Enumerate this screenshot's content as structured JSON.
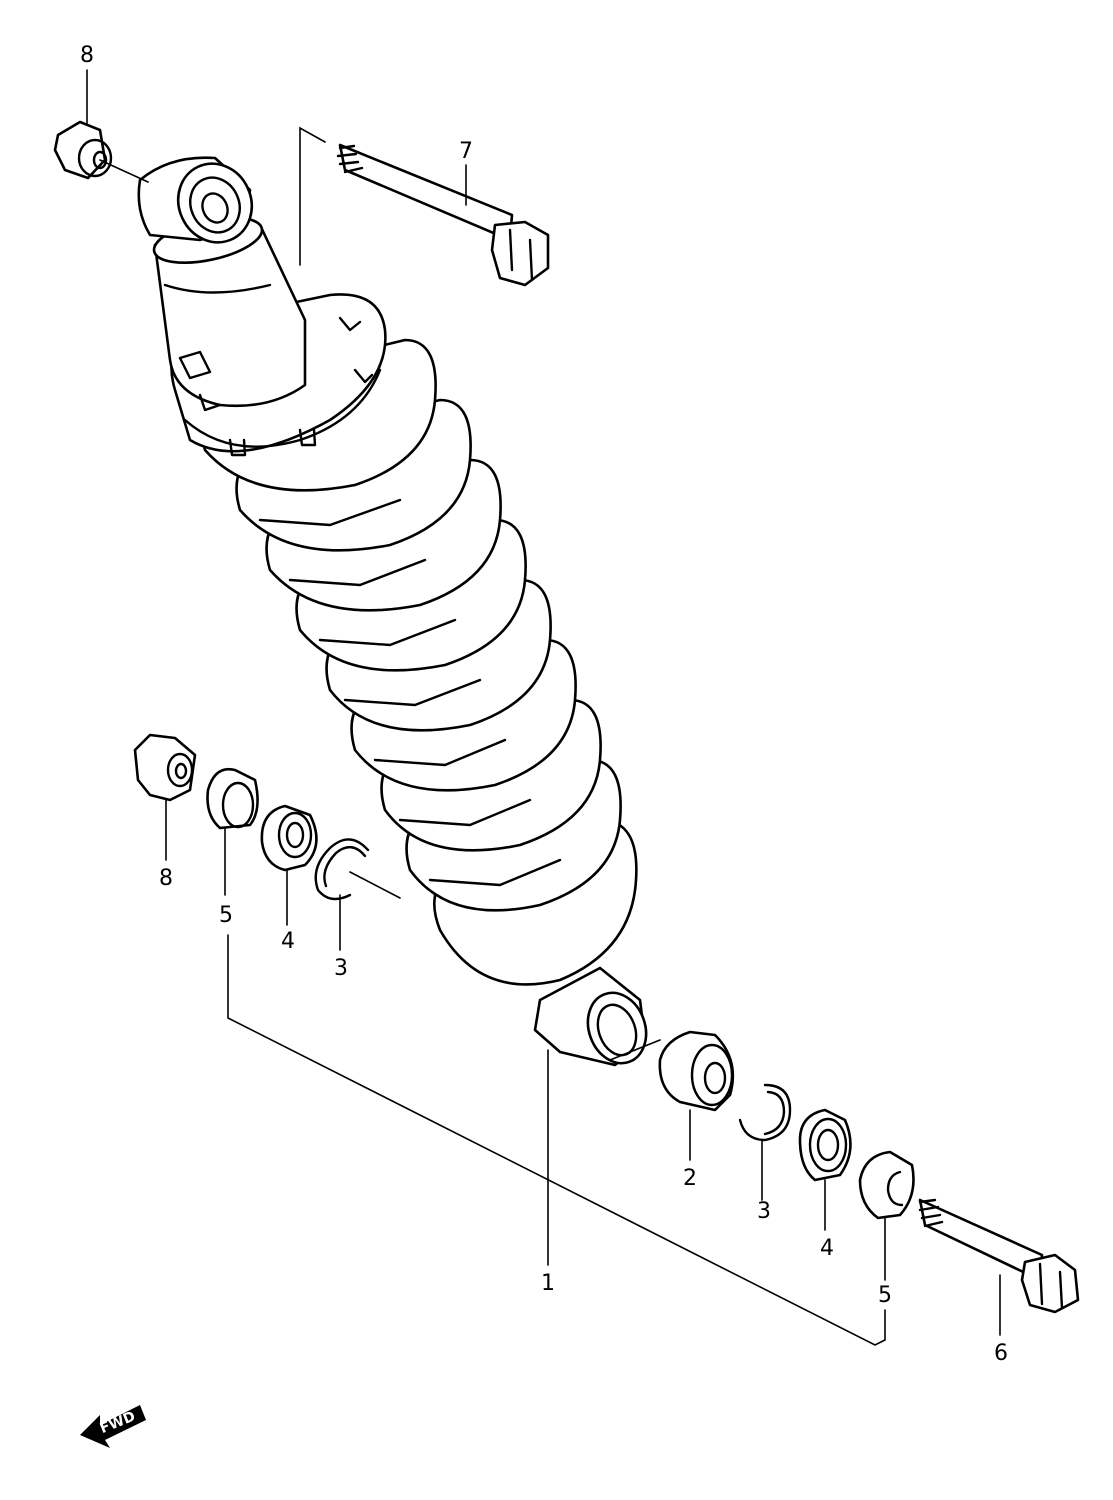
{
  "callouts": [
    {
      "id": "c1",
      "text": "1"
    },
    {
      "id": "c2",
      "text": "2"
    },
    {
      "id": "c3a",
      "text": "3"
    },
    {
      "id": "c3b",
      "text": "3"
    },
    {
      "id": "c4a",
      "text": "4"
    },
    {
      "id": "c4b",
      "text": "4"
    },
    {
      "id": "c5a",
      "text": "5"
    },
    {
      "id": "c5b",
      "text": "5"
    },
    {
      "id": "c6",
      "text": "6"
    },
    {
      "id": "c7",
      "text": "7"
    },
    {
      "id": "c8a",
      "text": "8"
    },
    {
      "id": "c8b",
      "text": "8"
    }
  ],
  "fwd_marker": {
    "text": "FWD",
    "icon": "arrow-left-icon"
  }
}
